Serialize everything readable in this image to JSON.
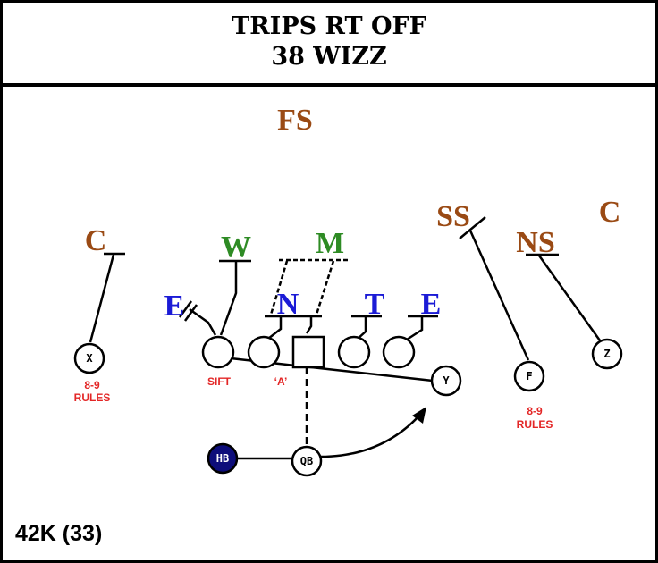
{
  "header": {
    "line1": "TRIPS RT OFF",
    "line2": "38 WIZZ"
  },
  "colors": {
    "brown": "#9a4a14",
    "green": "#2e8b24",
    "blue": "#1b1bd6",
    "red": "#e32626",
    "hb_fill": "#0d0d7a"
  },
  "defense": {
    "fs": "FS",
    "c_left": "C",
    "c_right": "C",
    "w": "W",
    "m": "M",
    "ss": "SS",
    "ns": "NS",
    "e_left": "E",
    "n": "N",
    "t": "T",
    "e_right": "E"
  },
  "offense": {
    "x": "X",
    "y": "Y",
    "f": "F",
    "z": "Z",
    "qb": "QB",
    "hb": "HB"
  },
  "notes": {
    "x_rules_1": "8-9",
    "x_rules_2": "RULES",
    "f_rules_1": "8-9",
    "f_rules_2": "RULES",
    "sift": "SIFT",
    "a": "‘A’"
  },
  "footer": {
    "label": "42K (33)"
  }
}
